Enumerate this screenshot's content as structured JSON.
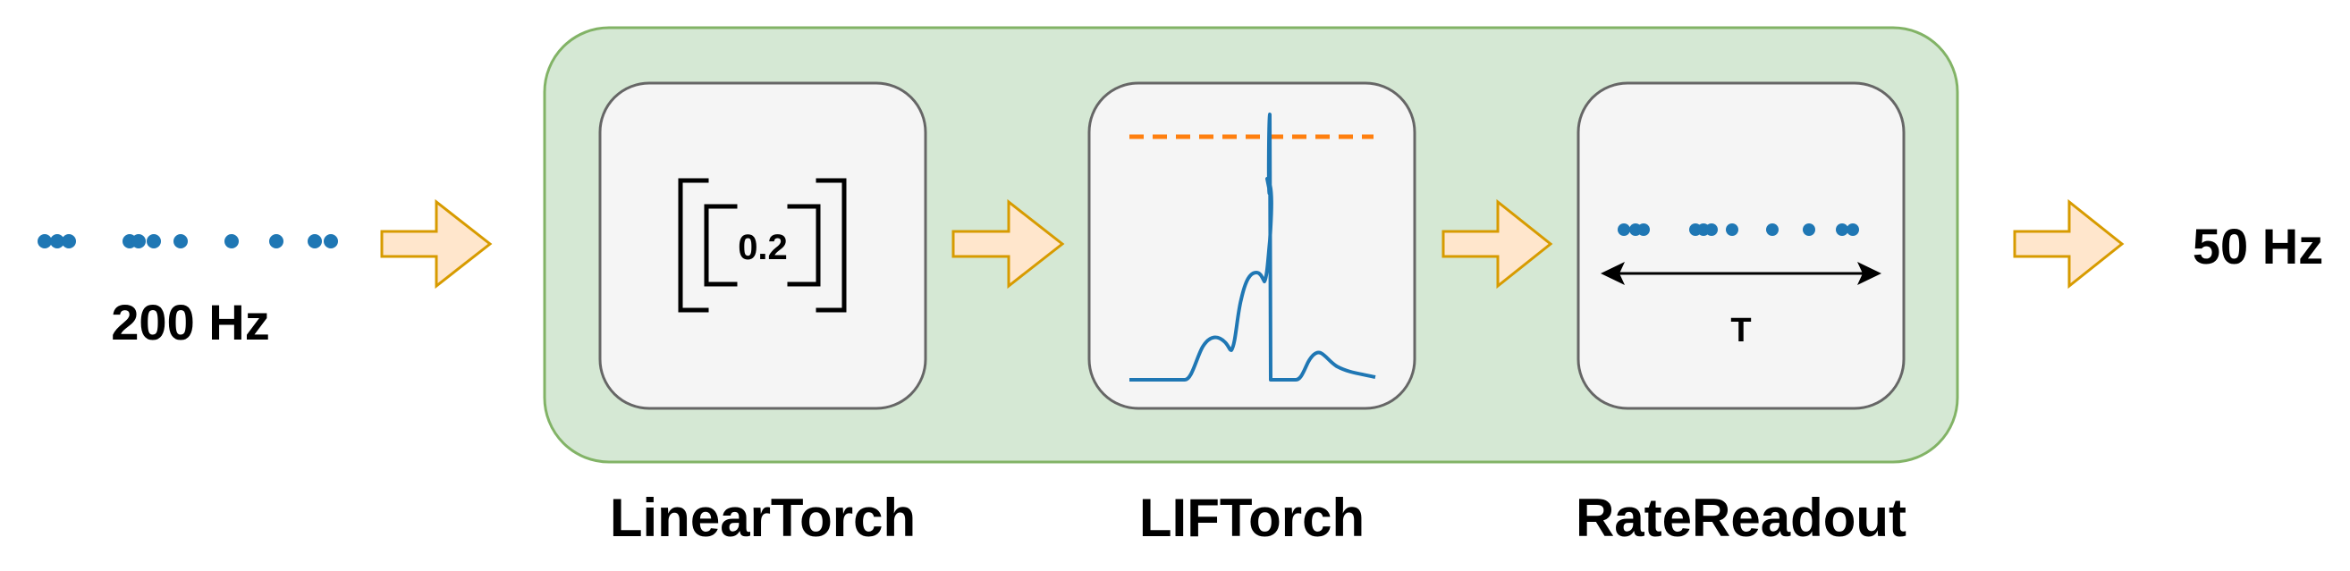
{
  "input": {
    "rate_label": "200 Hz"
  },
  "output": {
    "rate_label": "50 Hz"
  },
  "modules": [
    {
      "name": "LinearTorch",
      "weight_value": "0.2"
    },
    {
      "name": "LIFTorch"
    },
    {
      "name": "RateReadout",
      "window_label": "T"
    }
  ],
  "colors": {
    "spike_dot": "#1f77b4",
    "membrane_trace": "#1f77b4",
    "threshold_line": "#ff7f0e",
    "arrow_fill": "#ffe6cc",
    "arrow_stroke": "#d79b00",
    "container_fill": "#d5e8d4",
    "container_stroke": "#82b366",
    "module_fill": "#f5f5f5",
    "module_stroke": "#666666"
  }
}
